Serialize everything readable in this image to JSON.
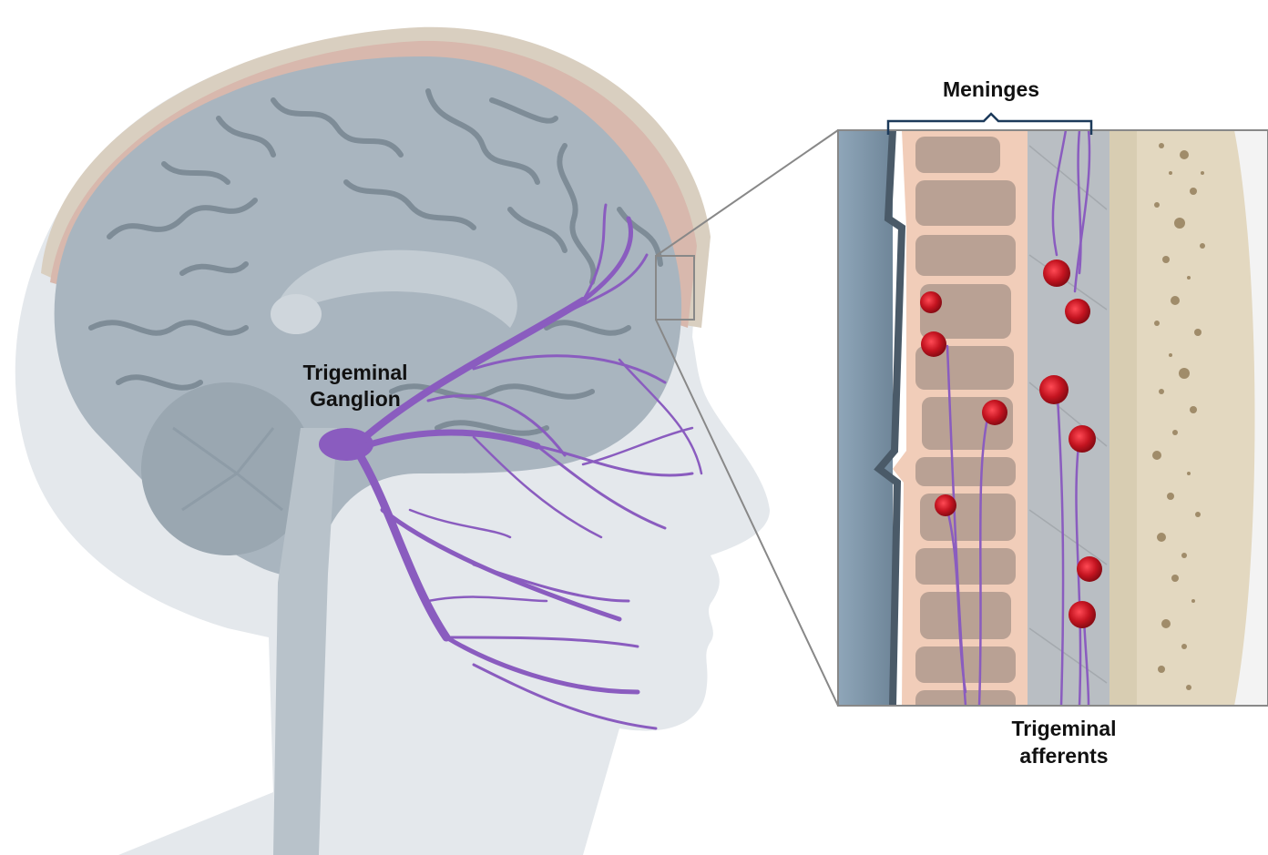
{
  "labels": {
    "ganglion_line1": "Trigeminal",
    "ganglion_line2": "Ganglion",
    "meninges": "Meninges",
    "afferents_line1": "Trigeminal",
    "afferents_line2": "afferents"
  },
  "colors": {
    "background": "#ffffff",
    "head": "#e4e8ec",
    "brain": "#a9b5bf",
    "sulci": "#7e8c97",
    "nerve": "#8a5cbf",
    "dura": "#f1cdb9",
    "trabecula": "#b9a194",
    "arachnoid": "#b9bec3",
    "bone": "#e3d8c0",
    "bone_dots": "#a08c6a",
    "vessel": "#c41420",
    "brain_surface": "#7a93a8"
  }
}
